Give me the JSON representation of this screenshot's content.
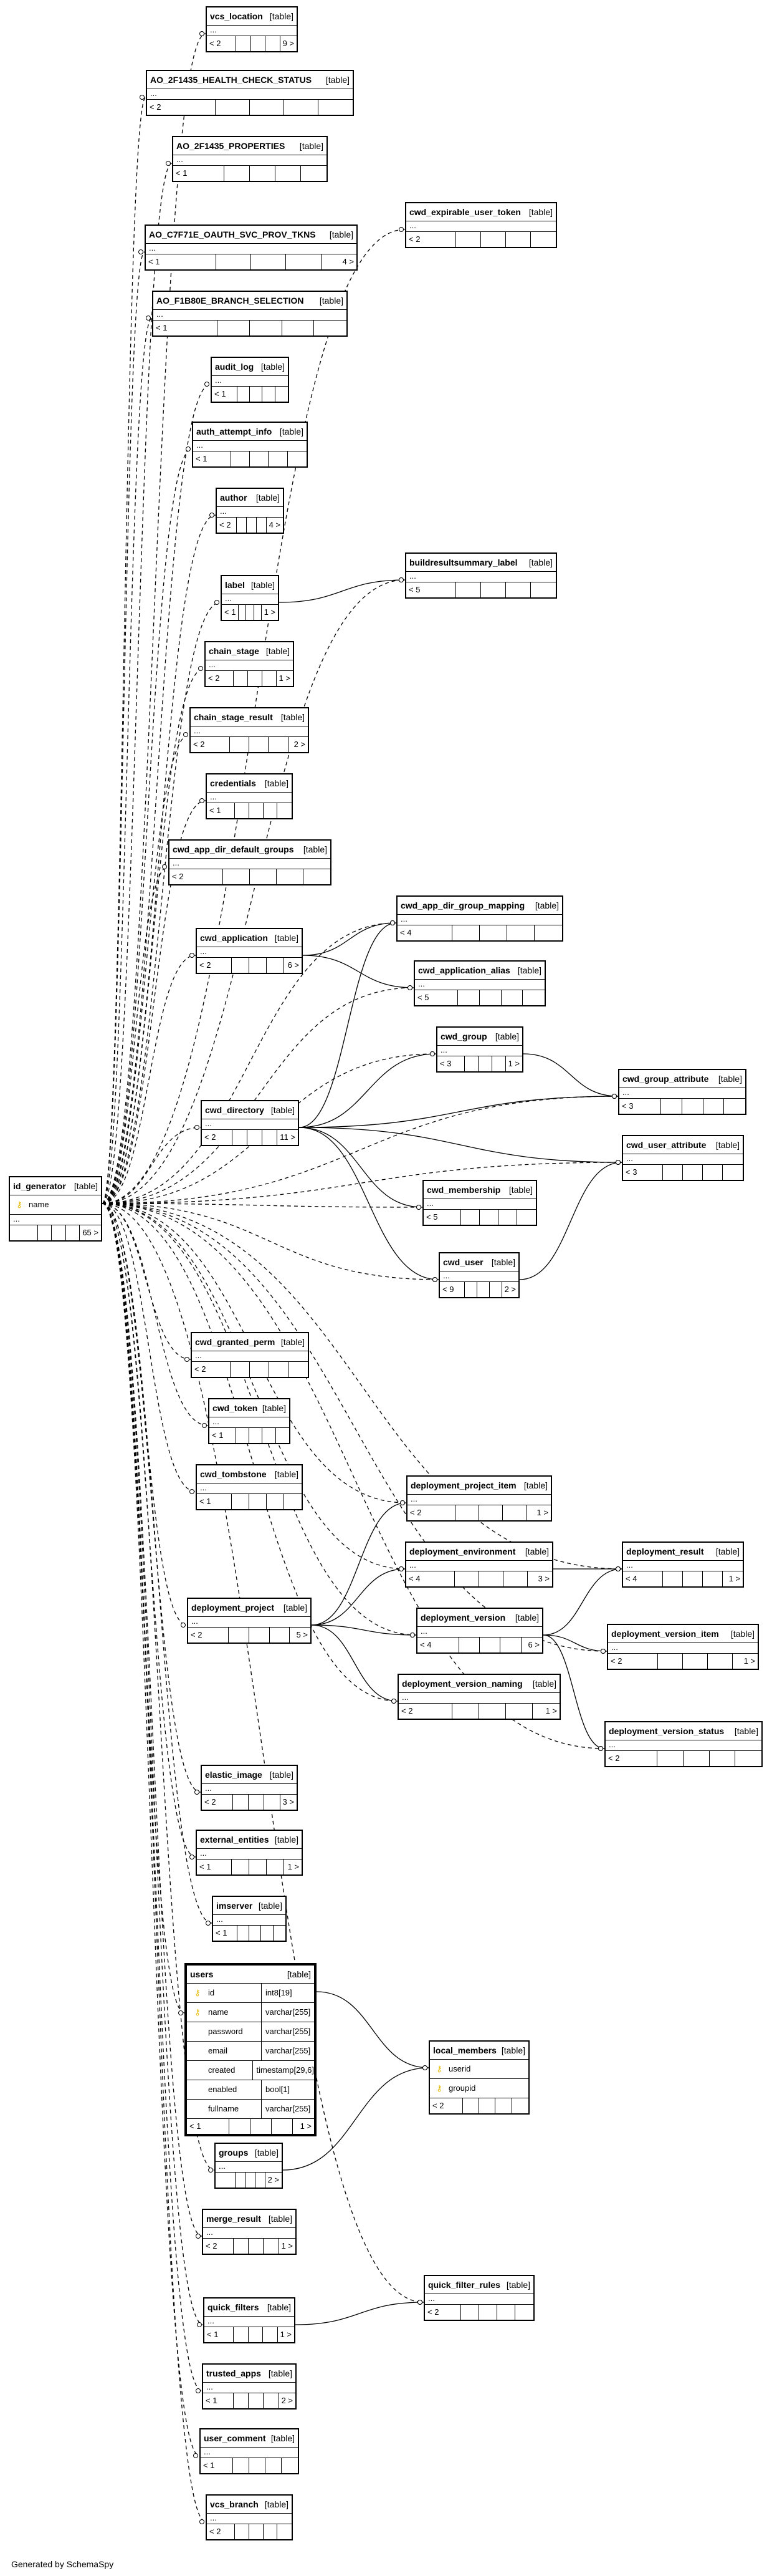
{
  "tables": {
    "vcs_location": {
      "name": "vcs_location",
      "kind": "[table]",
      "left": "< 2",
      "right": "9 >"
    },
    "ao_health": {
      "name": "AO_2F1435_HEALTH_CHECK_STATUS",
      "kind": "[table]",
      "left": "< 2",
      "right": ""
    },
    "ao_props": {
      "name": "AO_2F1435_PROPERTIES",
      "kind": "[table]",
      "left": "< 1",
      "right": ""
    },
    "ao_oauth": {
      "name": "AO_C7F71E_OAUTH_SVC_PROV_TKNS",
      "kind": "[table]",
      "left": "< 1",
      "right": "4 >"
    },
    "cwd_exp": {
      "name": "cwd_expirable_user_token",
      "kind": "[table]",
      "left": "< 2",
      "right": ""
    },
    "ao_branch": {
      "name": "AO_F1B80E_BRANCH_SELECTION",
      "kind": "[table]",
      "left": "< 1",
      "right": ""
    },
    "audit_log": {
      "name": "audit_log",
      "kind": "[table]",
      "left": "< 1",
      "right": ""
    },
    "auth_attempt": {
      "name": "auth_attempt_info",
      "kind": "[table]",
      "left": "< 1",
      "right": ""
    },
    "author": {
      "name": "author",
      "kind": "[table]",
      "left": "< 2",
      "right": "4 >"
    },
    "build_label": {
      "name": "buildresultsummary_label",
      "kind": "[table]",
      "left": "< 5",
      "right": ""
    },
    "label": {
      "name": "label",
      "kind": "[table]",
      "left": "< 1",
      "right": "1 >"
    },
    "chain_stage": {
      "name": "chain_stage",
      "kind": "[table]",
      "left": "< 2",
      "right": "1 >"
    },
    "chain_stage_result": {
      "name": "chain_stage_result",
      "kind": "[table]",
      "left": "< 2",
      "right": "2 >"
    },
    "credentials": {
      "name": "credentials",
      "kind": "[table]",
      "left": "< 1",
      "right": ""
    },
    "cwd_app_dir_default": {
      "name": "cwd_app_dir_default_groups",
      "kind": "[table]",
      "left": "< 2",
      "right": ""
    },
    "cwd_app_dir_map": {
      "name": "cwd_app_dir_group_mapping",
      "kind": "[table]",
      "left": "< 4",
      "right": ""
    },
    "cwd_application": {
      "name": "cwd_application",
      "kind": "[table]",
      "left": "< 2",
      "right": "6 >"
    },
    "cwd_app_alias": {
      "name": "cwd_application_alias",
      "kind": "[table]",
      "left": "< 5",
      "right": ""
    },
    "cwd_group": {
      "name": "cwd_group",
      "kind": "[table]",
      "left": "< 3",
      "right": "1 >"
    },
    "cwd_group_attr": {
      "name": "cwd_group_attribute",
      "kind": "[table]",
      "left": "< 3",
      "right": ""
    },
    "cwd_directory": {
      "name": "cwd_directory",
      "kind": "[table]",
      "left": "< 2",
      "right": "11 >"
    },
    "cwd_user_attr": {
      "name": "cwd_user_attribute",
      "kind": "[table]",
      "left": "< 3",
      "right": ""
    },
    "id_generator": {
      "name": "id_generator",
      "kind": "[table]",
      "left": "",
      "right": "65 >"
    },
    "cwd_membership": {
      "name": "cwd_membership",
      "kind": "[table]",
      "left": "< 5",
      "right": ""
    },
    "cwd_user": {
      "name": "cwd_user",
      "kind": "[table]",
      "left": "< 9",
      "right": "2 >"
    },
    "cwd_granted_perm": {
      "name": "cwd_granted_perm",
      "kind": "[table]",
      "left": "< 2",
      "right": ""
    },
    "cwd_token": {
      "name": "cwd_token",
      "kind": "[table]",
      "left": "< 1",
      "right": ""
    },
    "cwd_tombstone": {
      "name": "cwd_tombstone",
      "kind": "[table]",
      "left": "< 1",
      "right": ""
    },
    "dep_project_item": {
      "name": "deployment_project_item",
      "kind": "[table]",
      "left": "< 2",
      "right": "1 >"
    },
    "dep_environment": {
      "name": "deployment_environment",
      "kind": "[table]",
      "left": "< 4",
      "right": "3 >"
    },
    "dep_result": {
      "name": "deployment_result",
      "kind": "[table]",
      "left": "< 4",
      "right": "1 >"
    },
    "dep_project": {
      "name": "deployment_project",
      "kind": "[table]",
      "left": "< 2",
      "right": "5 >"
    },
    "dep_version": {
      "name": "deployment_version",
      "kind": "[table]",
      "left": "< 4",
      "right": "6 >"
    },
    "dep_version_item": {
      "name": "deployment_version_item",
      "kind": "[table]",
      "left": "< 2",
      "right": "1 >"
    },
    "dep_version_naming": {
      "name": "deployment_version_naming",
      "kind": "[table]",
      "left": "< 2",
      "right": "1 >"
    },
    "dep_version_status": {
      "name": "deployment_version_status",
      "kind": "[table]",
      "left": "< 2",
      "right": ""
    },
    "elastic_image": {
      "name": "elastic_image",
      "kind": "[table]",
      "left": "< 2",
      "right": "3 >"
    },
    "external_entities": {
      "name": "external_entities",
      "kind": "[table]",
      "left": "< 1",
      "right": "1 >"
    },
    "imserver": {
      "name": "imserver",
      "kind": "[table]",
      "left": "< 1",
      "right": ""
    },
    "local_members": {
      "name": "local_members",
      "kind": "[table]",
      "left": "< 2",
      "right": ""
    },
    "groups": {
      "name": "groups",
      "kind": "[table]",
      "left": "",
      "right": "2 >"
    },
    "merge_result": {
      "name": "merge_result",
      "kind": "[table]",
      "left": "< 2",
      "right": "1 >"
    },
    "quick_filter_rules": {
      "name": "quick_filter_rules",
      "kind": "[table]",
      "left": "< 2",
      "right": ""
    },
    "quick_filters": {
      "name": "quick_filters",
      "kind": "[table]",
      "left": "< 1",
      "right": "1 >"
    },
    "trusted_apps": {
      "name": "trusted_apps",
      "kind": "[table]",
      "left": "< 1",
      "right": "2 >"
    },
    "user_comment": {
      "name": "user_comment",
      "kind": "[table]",
      "left": "< 1",
      "right": ""
    },
    "vcs_branch": {
      "name": "vcs_branch",
      "kind": "[table]",
      "left": "< 2",
      "right": ""
    }
  },
  "users": {
    "name": "users",
    "kind": "[table]",
    "left": "< 1",
    "right": "1 >",
    "columns": [
      {
        "key": "pk",
        "name": "id",
        "type": "int8[19]"
      },
      {
        "key": "pk",
        "name": "name",
        "type": "varchar[255]"
      },
      {
        "key": "",
        "name": "password",
        "type": "varchar[255]"
      },
      {
        "key": "",
        "name": "email",
        "type": "varchar[255]"
      },
      {
        "key": "",
        "name": "created",
        "type": "timestamp[29,6]"
      },
      {
        "key": "",
        "name": "enabled",
        "type": "bool[1]"
      },
      {
        "key": "",
        "name": "fullname",
        "type": "varchar[255]"
      }
    ]
  },
  "id_generator_cols": [
    {
      "key": "pk",
      "name": "name"
    }
  ],
  "local_members_cols": [
    {
      "key": "fk",
      "name": "userid"
    },
    {
      "key": "fk",
      "name": "groupid"
    }
  ],
  "ellipsis": "...",
  "key_glyph": "⚷",
  "footer": "Generated by SchemaSpy"
}
